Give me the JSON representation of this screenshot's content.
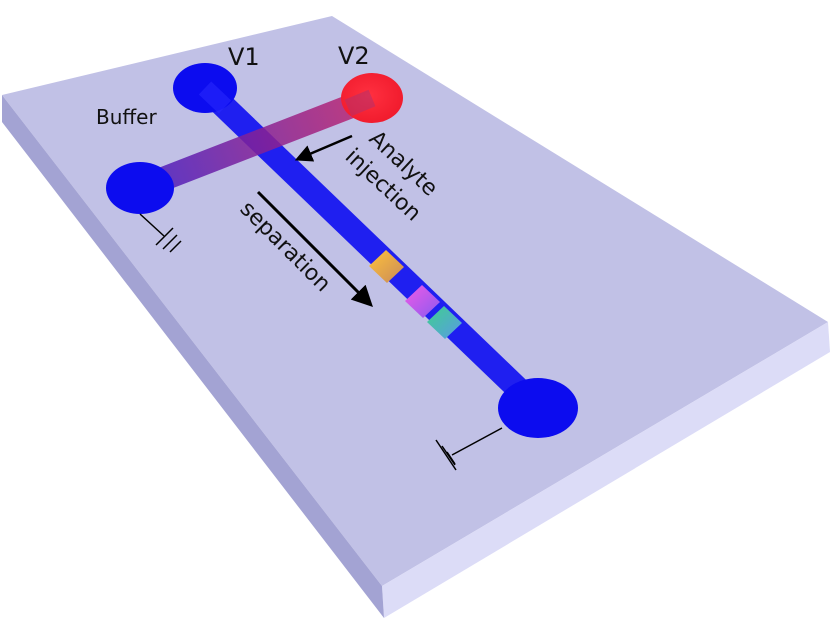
{
  "labels": {
    "v1": "V1",
    "v2": "V2",
    "buffer": "Buffer",
    "analyte": "Analyte",
    "injection": "injection",
    "separation": "separation"
  },
  "colors": {
    "chip_top": "#c1c1e6",
    "chip_front": "#dcdcf7",
    "chip_side": "#a3a3d3",
    "channel": "#1f1ff0",
    "reservoir_blue": "#0c0cef",
    "reservoir_red": "#ff2035",
    "injection_channel_start": "#5b1fb4",
    "injection_channel_end": "#b9236a",
    "band_orange": "#f6b137",
    "band_magenta": "#d253e8",
    "band_green": "#48c6a0"
  }
}
